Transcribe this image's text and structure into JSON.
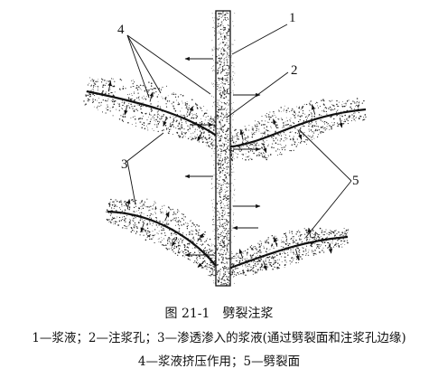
{
  "figure": {
    "number": "图 21-1",
    "title": "劈裂注浆",
    "callouts": [
      "1",
      "2",
      "3",
      "4",
      "5"
    ],
    "legend": {
      "line1": "1—浆液；2—注浆孔；3—渗透渗入的浆液(通过劈裂面和注浆孔边缘)",
      "line2": "4—浆液挤压作用；5—劈裂面"
    }
  }
}
